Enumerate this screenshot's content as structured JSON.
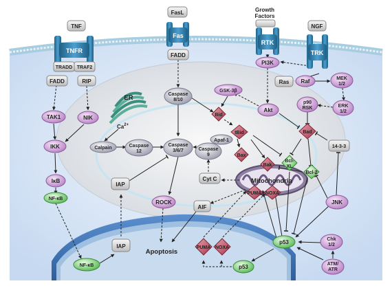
{
  "ligands": {
    "tnf": "TNF",
    "fasl": "FasL",
    "growth_factors_line1": "Growth",
    "growth_factors_line2": "Factors",
    "ngf": "NGF"
  },
  "receptors": {
    "tnfr": "TNFR",
    "fas": "Fas",
    "rtk": "RTK",
    "trk": "TRK"
  },
  "adaptors": {
    "tradd": "TRADD",
    "traf2": "TRAF2",
    "fadd_left": "FADD",
    "rip": "RIP",
    "fadd_center": "FADD",
    "pi3k": "PI3K"
  },
  "kinases": {
    "tak1": "TAK1",
    "nik": "NIK",
    "ikk": "IKK",
    "ras": "Ras",
    "raf": "Raf",
    "mek_line1": "MEK",
    "mek_line2": "1/2",
    "erk_line1": "ERK",
    "erk_line2": "1/2",
    "p90rsk_line1": "p90",
    "p90rsk_line2": "RSK",
    "gsk3b": "GSK-3β",
    "akt": "Akt",
    "jnk": "JNK",
    "chk_line1": "Chk",
    "chk_line2": "1/2",
    "atm_line1": "ATM/",
    "atm_line2": "ATR"
  },
  "nfkb_path": {
    "ikb": "IκB",
    "nfkb": "NF-κB",
    "nfkb_nuclear": "NF-κB"
  },
  "er": {
    "label": "ER",
    "calcium": "Ca",
    "calcium_sup": "2+",
    "calpain": "Calpain"
  },
  "caspases": {
    "c810_line1": "Caspase",
    "c810_line2": "8/10",
    "c12_line1": "Caspase",
    "c12_line2": "12",
    "c367_line1": "Caspase",
    "c367_line2": "3/6/7",
    "c9_line1": "Caspase",
    "c9_line2": "9",
    "apaf1_line1": "Apaf-1"
  },
  "bcl2_family": {
    "bid": "Bid",
    "tbid": "tBid",
    "bad": "Bad",
    "bax": "Bax",
    "bak": "Bak",
    "bclxl_line1": "Bcl-",
    "bclxl_line2": "XL",
    "bcl2": "Bcl-2",
    "puma": "PUMA",
    "noxa": "NOXA",
    "puma_nuc": "PUMA",
    "noxa_nuc": "NOXA"
  },
  "mito": {
    "label": "Mitochondria",
    "cytc": "Cyt C",
    "aif": "AIF"
  },
  "others": {
    "iap_cyto": "IAP",
    "iap_nuc": "IAP",
    "rock": "ROCK",
    "apoptosis": "Apoptosis",
    "p53": "p53",
    "p53_nuc": "p53",
    "prot1433": "14-3-3"
  },
  "colors": {
    "cytoplasm": "#dce8f8",
    "membrane_head": "#cfe3ee",
    "receptor": "#2b7fa8",
    "kinase": "#c89ad0",
    "caspase": "#aaaabb",
    "bcl2": "#b04a5c",
    "nfkb": "#6cc46a",
    "nucleus": "#4d86c8"
  }
}
